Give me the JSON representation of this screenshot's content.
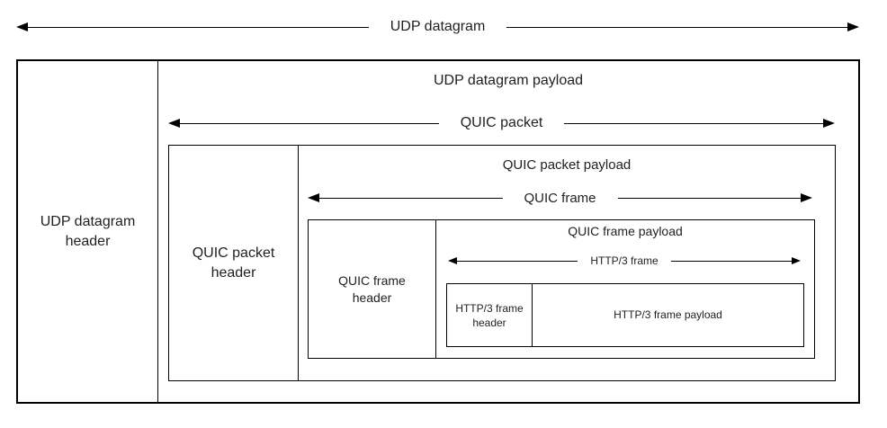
{
  "diagram": {
    "labels": {
      "udp_datagram": "UDP datagram",
      "udp_header": "UDP datagram header",
      "udp_payload": "UDP datagram payload",
      "quic_packet": "QUIC packet",
      "quic_packet_header": "QUIC packet header",
      "quic_packet_payload": "QUIC packet payload",
      "quic_frame": "QUIC frame",
      "quic_frame_header": "QUIC frame header",
      "quic_frame_payload": "QUIC frame payload",
      "http3_frame": "HTTP/3 frame",
      "http3_frame_header": "HTTP/3 frame header",
      "http3_frame_payload": "HTTP/3 frame payload"
    },
    "colors": {
      "border": "#000000",
      "text": "#1f1f1f",
      "background": "#ffffff"
    }
  }
}
